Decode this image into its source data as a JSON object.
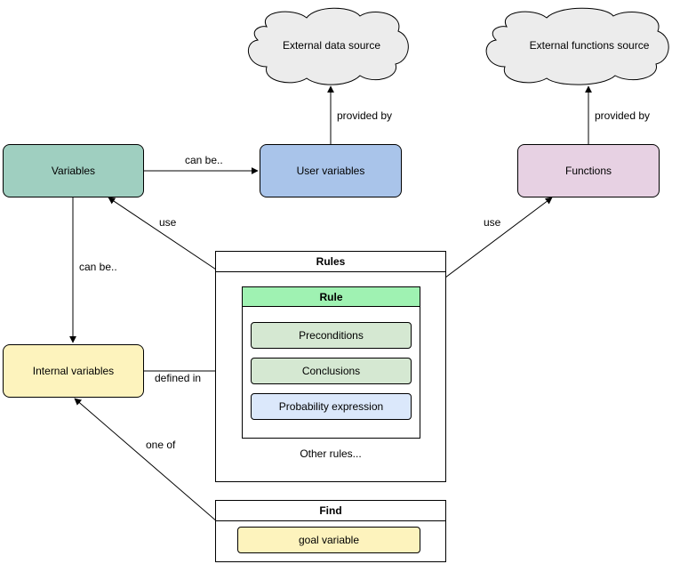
{
  "clouds": {
    "external_data": "External data source",
    "external_functions": "External functions source"
  },
  "nodes": {
    "variables": "Variables",
    "user_variables": "User variables",
    "functions": "Functions",
    "internal_variables": "Internal variables"
  },
  "rules_container": {
    "title": "Rules",
    "rule_title": "Rule",
    "items": [
      "Preconditions",
      "Conclusions",
      "Probability expression"
    ],
    "other_rules": "Other rules..."
  },
  "find_container": {
    "title": "Find",
    "goal": "goal variable"
  },
  "edge_labels": {
    "can_be_user": "can be..",
    "provided_by_data": "provided by",
    "provided_by_functions": "provided by",
    "use_variables": "use",
    "use_functions": "use",
    "can_be_internal": "can be..",
    "defined_in": "defined in",
    "one_of": "one of"
  },
  "colors": {
    "variables": "#9fcfc0",
    "user_variables": "#a9c4ea",
    "functions": "#e7d1e3",
    "internal_variables": "#fdf3bd",
    "rule_header": "#9ff2b2",
    "rule_item": "#d5e8d2",
    "probability_item": "#dbe8fb",
    "goal_variable": "#fdf3bd",
    "cloud": "#ececec"
  }
}
